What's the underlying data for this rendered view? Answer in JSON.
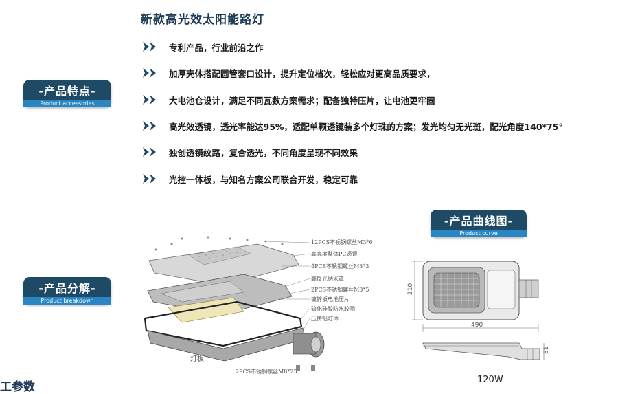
{
  "page": {
    "title": "新款高光效太阳能路灯",
    "watermark": "工参数"
  },
  "features": [
    "专利产品，行业前沿之作",
    "加厚壳体搭配圆管套口设计，提升定位档次，轻松应对更高品质要求，",
    "大电池仓设计，满足不同瓦数方案需求；配备独特压片，让电池更牢固",
    "高光效透镜，透光率能达95%，适配单颗透镜装多个灯珠的方案；发光均匀无光斑，配光角度140*75°",
    "独创透镜纹路，复合透光，不同角度呈现不同效果",
    "光控一体板，与知名方案公司联合开发，稳定可靠"
  ],
  "badges": {
    "features": {
      "cn": "-产品特点-",
      "en": "Product accessories"
    },
    "breakdown": {
      "cn": "-产品分解-",
      "en": "Product breakdown"
    },
    "curve": {
      "cn": "-产品曲线图-",
      "en": "Product curve"
    }
  },
  "breakdown_labels": [
    "12PCS不锈钢螺丝M3*6",
    "高亮度整体PC透镜",
    "4PCS不锈钢螺丝M3*3",
    "高反光纳米罩",
    "2PCS不锈钢螺丝M3*5",
    "镀锌板电池压片",
    "硫化硅胶防水胶圈",
    "压铸铝灯体"
  ],
  "breakdown_bottom": {
    "board_label": "灯板",
    "screw_label": "2PCS不锈钢螺丝M8*25"
  },
  "dimensions": {
    "height": "210",
    "width": "490",
    "depth": "81",
    "wattage": "120W"
  },
  "colors": {
    "badge_dark": "#1f4a66",
    "badge_light": "#2a86c2",
    "title": "#1f3b57",
    "arrow": "#1f4a66"
  }
}
